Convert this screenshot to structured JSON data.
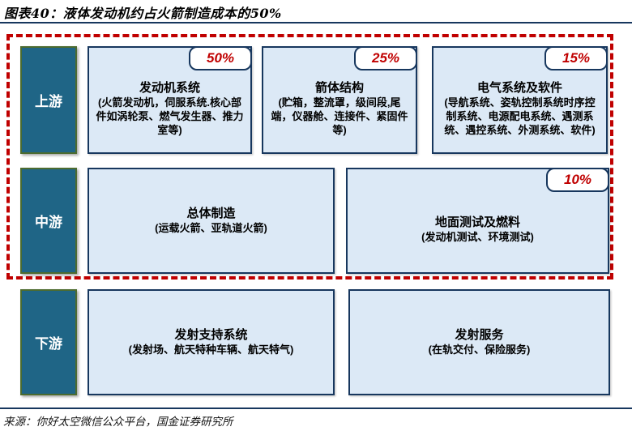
{
  "figure": {
    "title": "图表40：液体发动机约占火箭制造成本的50%"
  },
  "source": "来源：你好太空微信公众平台，国金证券研究所",
  "colors": {
    "accent_red": "#C00000",
    "navy_border": "#17375E",
    "box_fill": "#DCE9F6",
    "stage_fill": "#1F6586",
    "stage_border": "#4C6B2F",
    "badge_bg": "#FFFFFF"
  },
  "stages": [
    {
      "label": "上游",
      "boxes": [
        {
          "badge": "50%",
          "title": "发动机系统",
          "desc": "(火箭发动机，伺服系统.核心部件如涡轮泵、燃气发生器、推力室等)"
        },
        {
          "badge": "25%",
          "title": "箭体结构",
          "desc": "(贮箱，整流罩，级间段,尾端，仪器舱、连接件、紧固件等)"
        },
        {
          "badge": "15%",
          "title": "电气系统及软件",
          "desc": "(导航系统、姿轨控制系统时序控制系统、电源配电系统、遇测系统、遇控系统、外测系统、软件)"
        }
      ]
    },
    {
      "label": "中游",
      "boxes": [
        {
          "badge": "",
          "title": "总体制造",
          "desc": "(运载火箭、亚轨道火箭)"
        },
        {
          "badge": "10%",
          "title": "地面测试及燃料",
          "desc": "(发动机测试、环境测试)"
        }
      ]
    },
    {
      "label": "下游",
      "boxes": [
        {
          "badge": "",
          "title": "发射支持系统",
          "desc": "(发射场、航天特种车辆、航天特气)"
        },
        {
          "badge": "",
          "title": "发射服务",
          "desc": "(在轨交付、保险服务)"
        }
      ]
    }
  ]
}
